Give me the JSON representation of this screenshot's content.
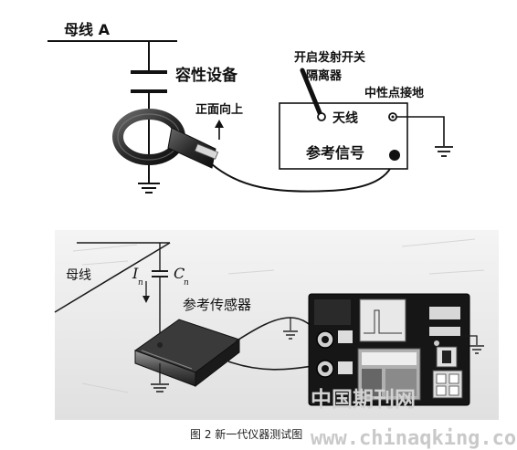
{
  "top_diagram": {
    "busbar_label": "母线 A",
    "capacitive_device_label": "容性设备",
    "front_up_label": "正面向上",
    "transmit_switch_label": "开启发射开关",
    "isolator_label": "隔离器",
    "neutral_terminal_label": "中性点接地",
    "antenna_label": "天线",
    "reference_signal_label": "参考信号"
  },
  "bottom_photo": {
    "busbar_label": "母线",
    "current_symbol": "I",
    "current_subscript": "n",
    "capacitance_symbol": "C",
    "capacitance_subscript": "n",
    "reference_sensor_label": "参考传感器"
  },
  "caption": "图 2 新一代仪器测试图",
  "watermarks": {
    "cn": "中国期刊网",
    "url": "www.chinaqking.com"
  }
}
